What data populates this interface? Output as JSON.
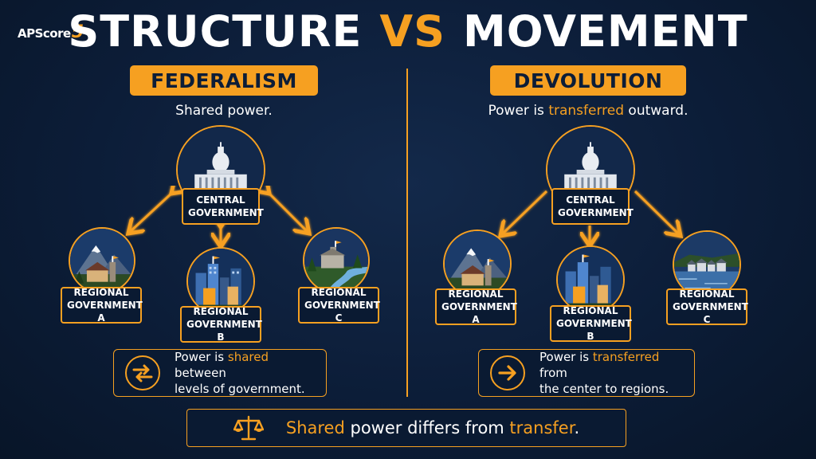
{
  "brand": {
    "name": "APScore",
    "digit": "5"
  },
  "title": {
    "left": "STRUCTURE",
    "vs": "VS",
    "right": "MOVEMENT"
  },
  "federalism": {
    "heading": "FEDERALISM",
    "subtitle": "Shared power.",
    "center_label": [
      "CENTRAL",
      "GOVERNMENT"
    ],
    "regions": [
      [
        "REGIONAL",
        "GOVERNMENT A"
      ],
      [
        "REGIONAL",
        "GOVERNMENT B"
      ],
      [
        "REGIONAL",
        "GOVERNMENT C"
      ]
    ],
    "note": {
      "pre": "Power is ",
      "highlight": "shared",
      "post1": " between",
      "line2": "levels of government."
    }
  },
  "devolution": {
    "heading": "DEVOLUTION",
    "subtitle_pre": "Power is ",
    "subtitle_highlight": "transferred",
    "subtitle_post": " outward.",
    "center_label": [
      "CENTRAL",
      "GOVERNMENT"
    ],
    "regions": [
      [
        "REGIONAL",
        "GOVERNMENT A"
      ],
      [
        "REGIONAL",
        "GOVERNMENT B"
      ],
      [
        "REGIONAL",
        "GOVERNMENT C"
      ]
    ],
    "note": {
      "pre": "Power is ",
      "highlight": "transferred",
      "post1": " from",
      "line2": "the center to regions."
    }
  },
  "bottom": {
    "hl1": "Shared",
    "mid": " power differs from ",
    "hl2": "transfer",
    "end": "."
  },
  "colors": {
    "accent": "#f6a021",
    "background": "#0c1d38",
    "text": "#ffffff"
  },
  "icons": [
    "capitol-icon",
    "mountain-village-icon",
    "city-icon",
    "river-town-icon",
    "harbor-town-icon",
    "swap-arrows-icon",
    "right-arrow-icon",
    "scales-icon"
  ]
}
